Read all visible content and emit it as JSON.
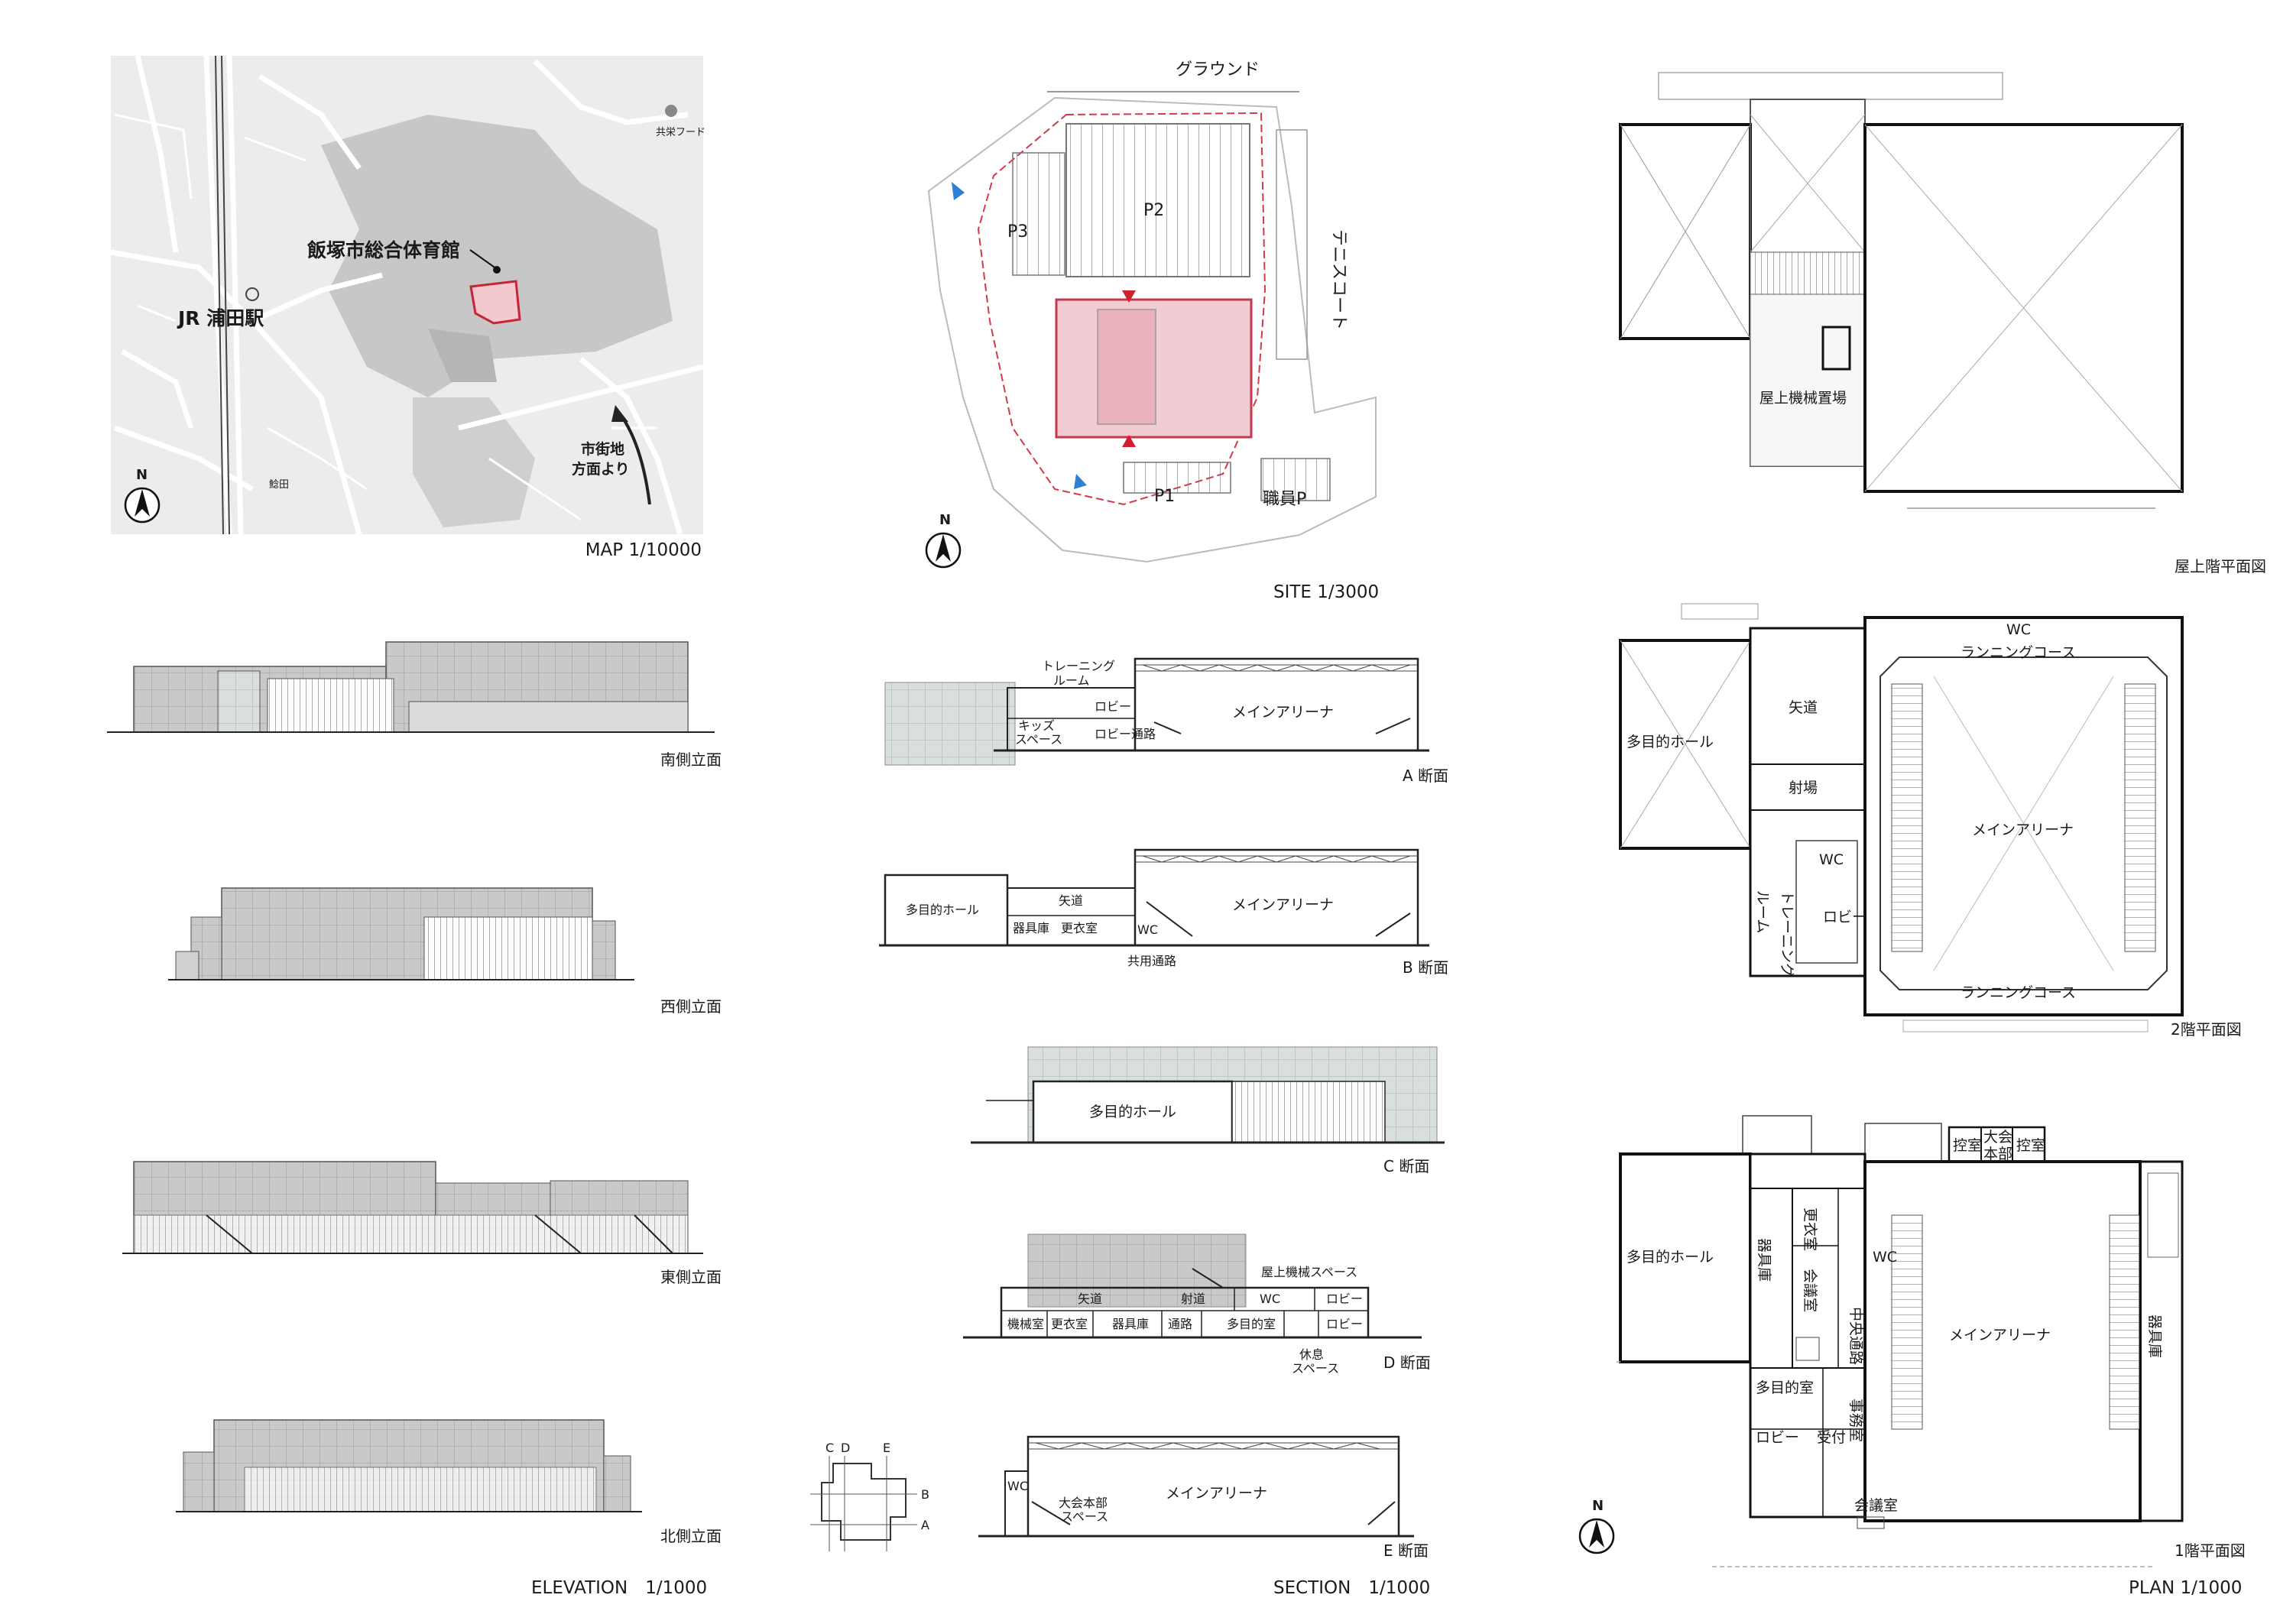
{
  "map": {
    "building_label": "飯塚市総合体育館",
    "station_label": "JR 浦田駅",
    "from_city": [
      "市街地",
      "方面より"
    ],
    "store_label": "共栄フード",
    "place_small": "鯰田",
    "north": "N",
    "scale": "MAP 1/10000"
  },
  "site": {
    "ground": "グラウンド",
    "tennis": "テニスコート",
    "parking": [
      "P1",
      "P2",
      "P3"
    ],
    "staff_parking": "職員P",
    "north": "N",
    "scale": "SITE 1/3000"
  },
  "elevations": {
    "captions": [
      "南側立面",
      "西側立面",
      "東側立面",
      "北側立面"
    ],
    "title": "ELEVATION　1/1000"
  },
  "sections": {
    "a": {
      "training": [
        "トレーニング",
        "ルーム"
      ],
      "kids": [
        "キッズ",
        "スペース"
      ],
      "lobby1": "ロビー",
      "lobby2": "ロビー",
      "passage": "通路",
      "arena": "メインアリーナ",
      "caption": "A 断面"
    },
    "b": {
      "hall": "多目的ホール",
      "archery": "矢道",
      "storage": "器具庫",
      "locker": "更衣室",
      "wc": "WC",
      "arena": "メインアリーナ",
      "common": "共用通路",
      "caption": "B 断面"
    },
    "c": {
      "hall": "多目的ホール",
      "caption": "C 断面"
    },
    "d": {
      "roof_machine": "屋上機械スペース",
      "archery": "矢道",
      "range": "射道",
      "wc": "WC",
      "lobby_up": "ロビー",
      "machine": "機械室",
      "locker": "更衣室",
      "storage": "器具庫",
      "passage": "通路",
      "multi": "多目的室",
      "lobby": "ロビー",
      "rest": [
        "休息",
        "スペース"
      ],
      "caption": "D 断面"
    },
    "e": {
      "wc": "WC",
      "hq": [
        "大会本部",
        "スペース"
      ],
      "arena": "メインアリーナ",
      "caption": "E 断面"
    },
    "key": {
      "c": "C",
      "d": "D",
      "e": "E",
      "b": "B",
      "a": "A"
    },
    "title": "SECTION　1/1000"
  },
  "plans": {
    "roof": {
      "machine": "屋上機械置場",
      "caption": "屋上階平面図"
    },
    "second": {
      "wc_top": "WC",
      "running_top": "ランニングコース",
      "hall": "多目的ホール",
      "archery": "矢道",
      "range": "射場",
      "arena": "メインアリーナ",
      "wc": "WC",
      "training": "トレーニング",
      "room": "ルーム",
      "lobby": "ロビー",
      "running_bottom": "ランニングコース",
      "caption": "2階平面図"
    },
    "first": {
      "hall": "多目的ホール",
      "storage_l": "器具庫",
      "locker": "更衣室",
      "meeting": "会議室",
      "wc": "WC",
      "hikae1": "控室",
      "hq": [
        "大会",
        "本部"
      ],
      "hikae2": "控室",
      "central": "中央通路",
      "arena": "メインアリーナ",
      "storage_r": "器具庫",
      "multi": "多目的室",
      "office": "事務室",
      "lobby": "ロビー",
      "reception": "受付",
      "meeting2": "会議室",
      "caption": "1階平面図",
      "north": "N"
    },
    "title": "PLAN 1/1000"
  }
}
